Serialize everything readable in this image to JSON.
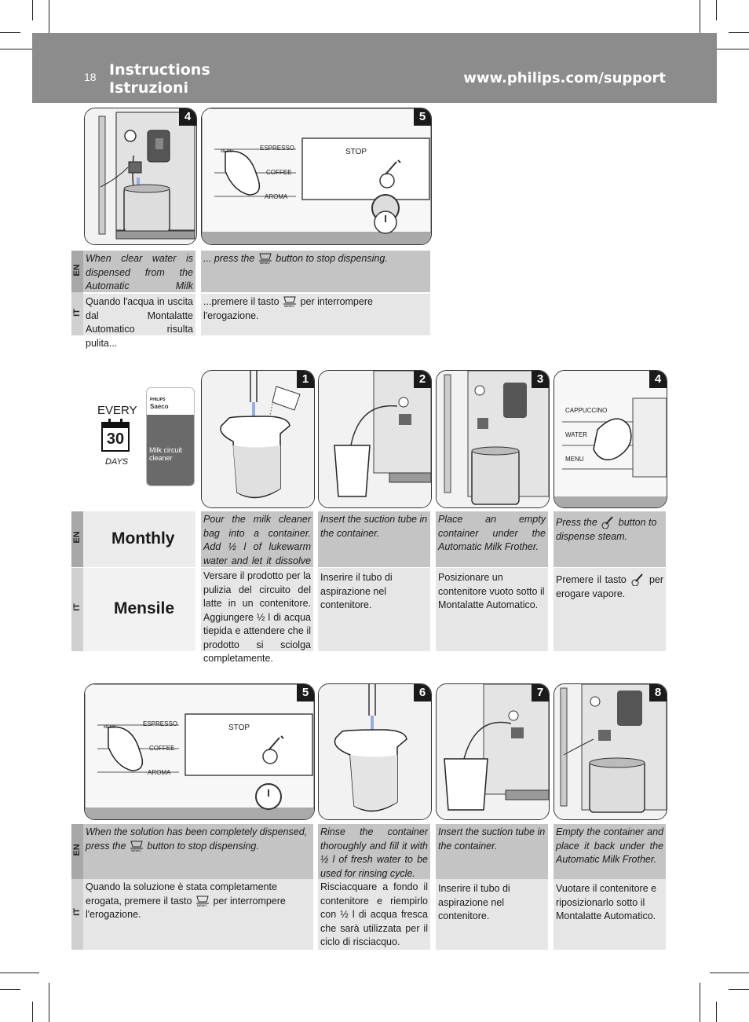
{
  "header": {
    "page_number": "18",
    "title_line1": "Instructions",
    "title_line2": "Istruzioni",
    "url": "www.philips.com/support"
  },
  "lang": {
    "en": "EN",
    "it": "IT"
  },
  "section1": {
    "panels": [
      {
        "num": "4",
        "icon": "milk-frother-container-illustration"
      },
      {
        "num": "5",
        "icon": "control-panel-stop-illustration",
        "buttons": [
          "ESPRESSO",
          "COFFEE",
          "AROMA"
        ],
        "memo": "MEMO",
        "display": "STOP"
      }
    ],
    "en": [
      "When clear water is dispensed from the Automatic Milk Frother.....",
      "... press the",
      "button to stop dispensing."
    ],
    "it": [
      "Quando l'acqua in uscita dal Montalatte Automatico risulta pulita...",
      "...premere il tasto",
      "per interrompere l'erogazione."
    ]
  },
  "section2": {
    "every": "EVERY",
    "days_num": "30",
    "days": "DAYS",
    "product": {
      "brand1": "PHILIPS",
      "brand2": "Saeco",
      "name1": "Milk circuit",
      "name2": "cleaner"
    },
    "label_en": "Monthly",
    "label_it": "Mensile",
    "panels": [
      {
        "num": "1",
        "icon": "pitcher-pour-illustration"
      },
      {
        "num": "2",
        "icon": "suction-tube-pitcher-illustration"
      },
      {
        "num": "3",
        "icon": "empty-container-illustration"
      },
      {
        "num": "4",
        "icon": "steam-button-press-illustration",
        "buttons": [
          "CAPPUCCINO",
          "WATER",
          "MENU"
        ]
      }
    ],
    "en": [
      "Pour the milk cleaner bag into a container. Add ½ l of lukewarm water and let it dissolve completely.",
      "Insert the suction tube in the container.",
      "Place an empty container under the Automatic Milk Frother.",
      [
        "Press the",
        "button to dispense steam."
      ]
    ],
    "it": [
      "Versare il prodotto per la pulizia del circuito del latte in un contenitore. Aggiungere ½ l di acqua tiepida e attendere che il prodotto si sciolga completamente.",
      "Inserire il tubo di aspirazione nel contenitore.",
      "Posizionare un contenitore vuoto sotto il Montalatte Automatico.",
      [
        "Premere il tasto",
        "per erogare vapore."
      ]
    ]
  },
  "section3": {
    "panels": [
      {
        "num": "5",
        "icon": "control-panel-stop-illustration",
        "buttons": [
          "ESPRESSO",
          "COFFEE",
          "AROMA"
        ],
        "memo": "MEMO",
        "display": "STOP"
      },
      {
        "num": "6",
        "icon": "pitcher-fill-illustration"
      },
      {
        "num": "7",
        "icon": "suction-tube-pitcher-illustration"
      },
      {
        "num": "8",
        "icon": "container-under-frother-illustration"
      }
    ],
    "en": [
      [
        "When the solution has been completely dispensed, press the",
        "button to stop dispensing."
      ],
      "Rinse the container thoroughly and fill it with ½ l of fresh water to be used for rinsing cycle.",
      "Insert the suction tube in the container.",
      "Empty the container and place it back under the Automatic Milk Frother."
    ],
    "it": [
      [
        "Quando la soluzione è stata completamente erogata, premere il tasto",
        "per interrompere l'erogazione."
      ],
      "Risciacquare a fondo il contenitore e riempirlo con ½ l di acqua fresca che sarà utilizzata per il ciclo di risciacquo.",
      "Inserire il tubo di aspirazione nel contenitore.",
      "Vuotare il contenitore e riposizionarlo sotto il Montalatte Automatico."
    ]
  },
  "colors": {
    "header": "#8c8c8c",
    "en_cell": "#c4c4c4",
    "it_cell": "#e6e6e6"
  }
}
